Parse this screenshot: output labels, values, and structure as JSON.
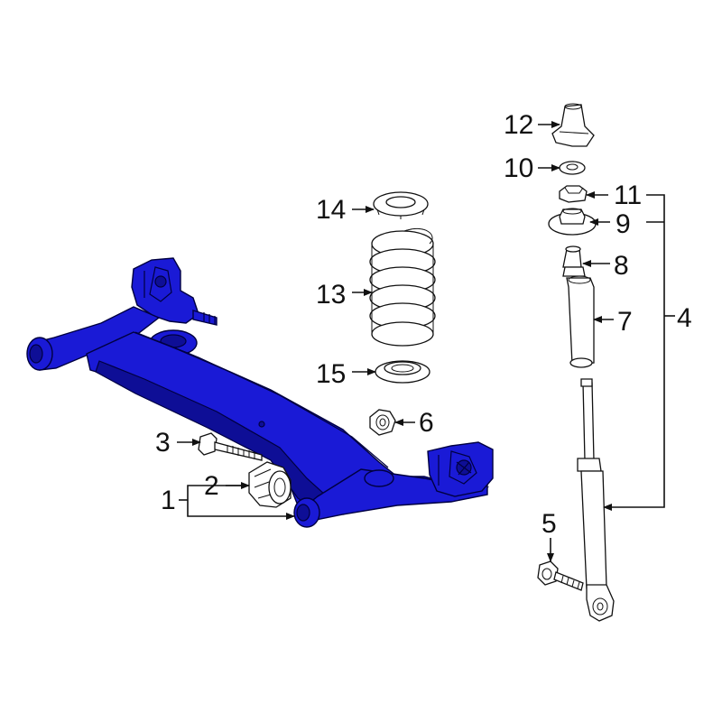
{
  "callouts": {
    "c1": "1",
    "c2": "2",
    "c3": "3",
    "c4": "4",
    "c5": "5",
    "c6": "6",
    "c7": "7",
    "c8": "8",
    "c9": "9",
    "c10": "10",
    "c11": "11",
    "c12": "12",
    "c13": "13",
    "c14": "14",
    "c15": "15"
  },
  "colors": {
    "axle_beam": "#1a1ad6",
    "axle_beam_shadow": "#0e0e96",
    "line_art": "#111111",
    "background": "#ffffff"
  }
}
